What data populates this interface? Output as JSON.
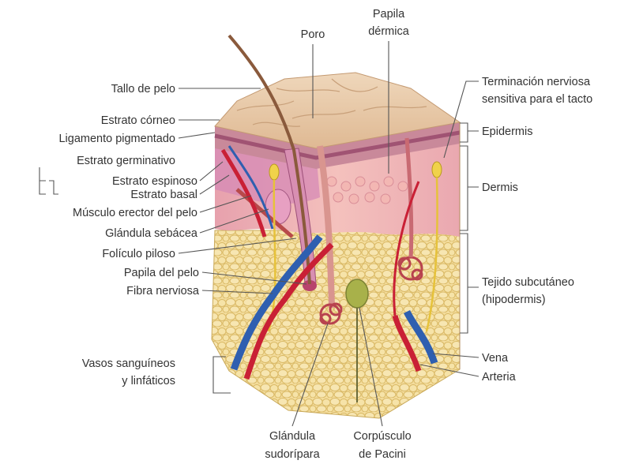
{
  "colors": {
    "epidermis_top": "#e8c9a6",
    "epidermis_front": "#c9899a",
    "dermis": "#f2b9b7",
    "dermis_deep": "#e59aa4",
    "subcutaneous_fat": "#f3dc9c",
    "fat_cell_outline": "#d9b864",
    "artery": "#c92035",
    "vein": "#2f5fb0",
    "nerve": "#e6c23a",
    "hair": "#8a5a3c",
    "leader_line": "#555555",
    "label_text": "#333333"
  },
  "labels": {
    "tallo_de_pelo": "Tallo de pelo",
    "estrato_corneo": "Estrato córneo",
    "ligamento_pigmentado": "Ligamento pigmentado",
    "estrato_germinativo": "Estrato germinativo",
    "estrato_espinoso": "Estrato espinoso",
    "estrato_basal": "Estrato basal",
    "musculo_erector": "Músculo erector del pelo",
    "glandula_sebacea": "Glándula sebácea",
    "foliculo_piloso": "Folículo piloso",
    "papila_del_pelo": "Papila del pelo",
    "fibra_nerviosa": "Fibra nerviosa",
    "vasos_1": "Vasos sanguíneos",
    "vasos_2": "y linfáticos",
    "poro": "Poro",
    "papila_dermica_1": "Papila",
    "papila_dermica_2": "dérmica",
    "terminacion_1": "Terminación nerviosa",
    "terminacion_2": "sensitiva para el tacto",
    "epidermis": "Epidermis",
    "dermis": "Dermis",
    "subcutaneo_1": "Tejido subcutáneo",
    "subcutaneo_2": "(hipodermis)",
    "vena": "Vena",
    "arteria": "Arteria",
    "glandula_sudoripara_1": "Glándula",
    "glandula_sudoripara_2": "sudorípara",
    "corpusculo_1": "Corpúsculo",
    "corpusculo_2": "de Pacini"
  }
}
